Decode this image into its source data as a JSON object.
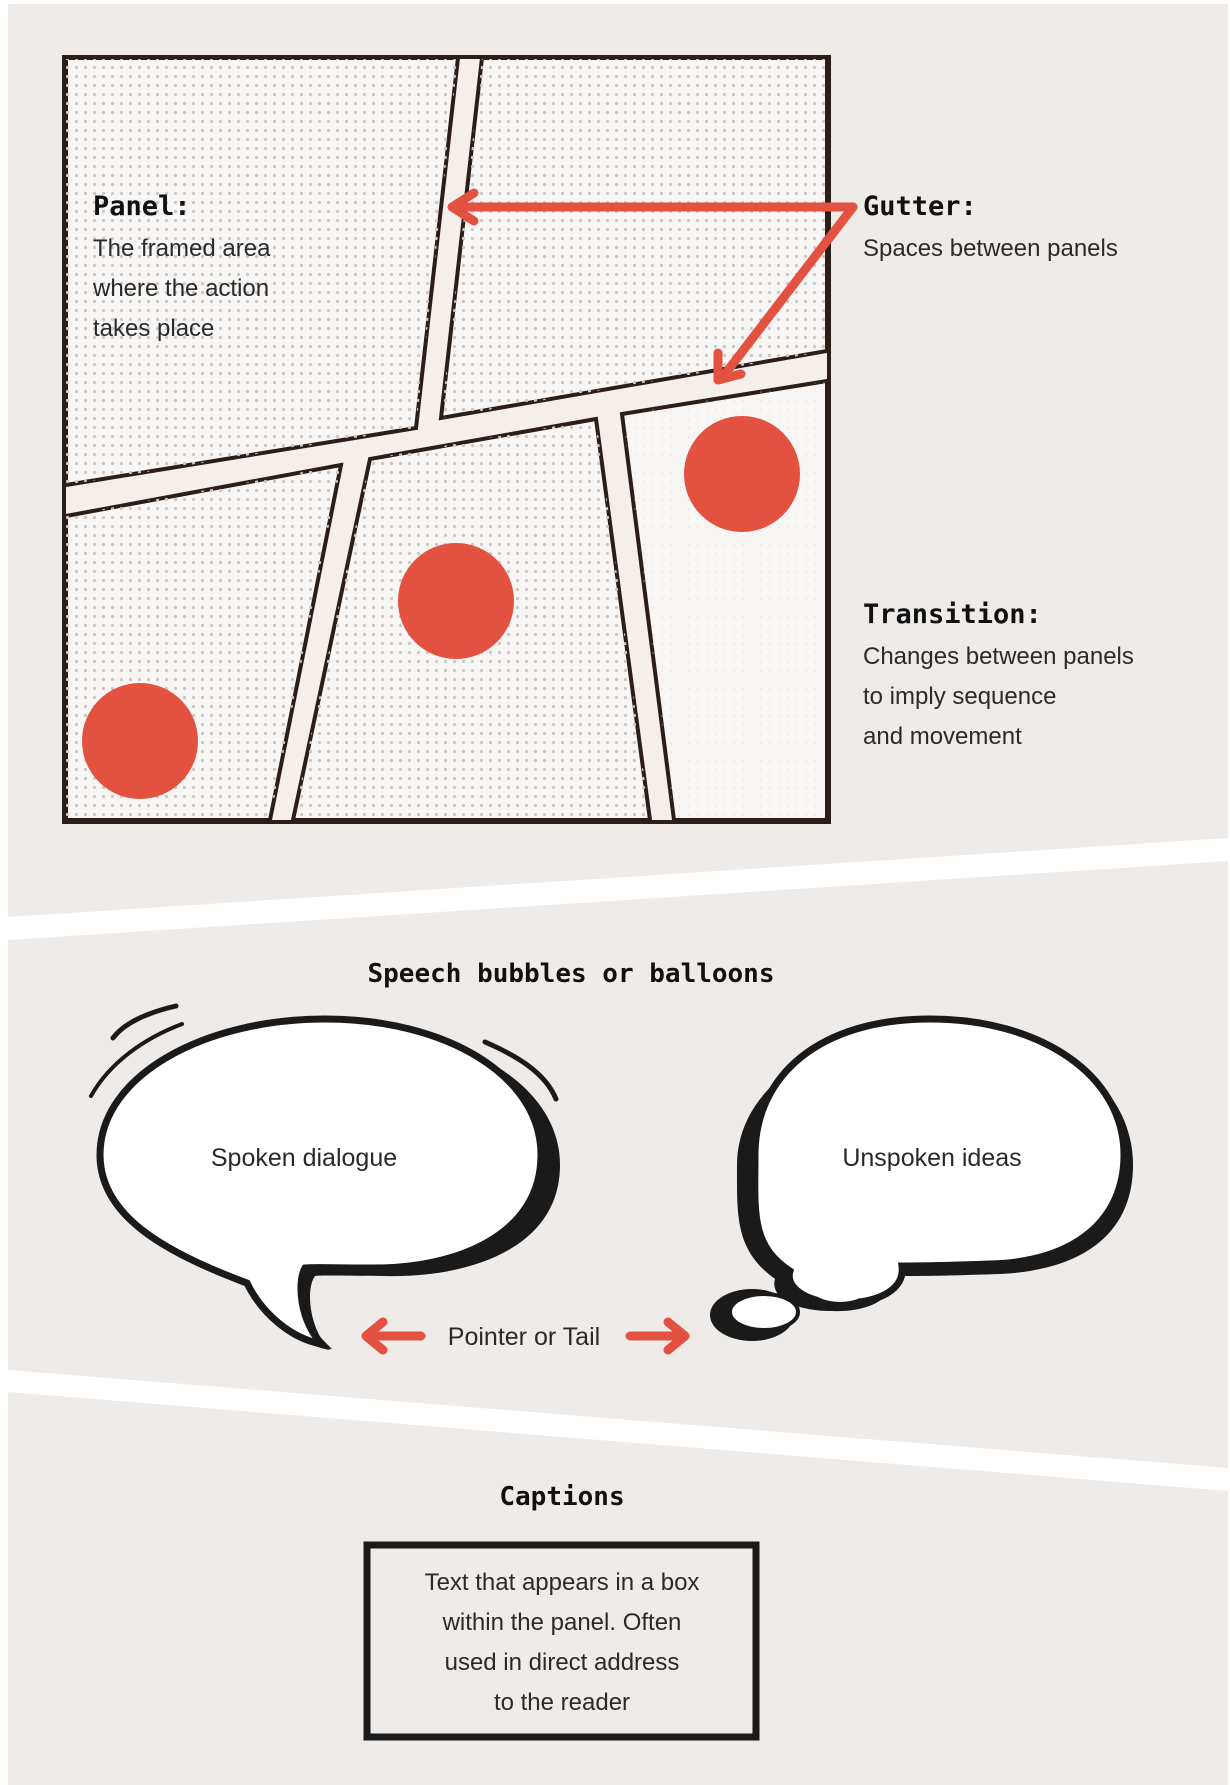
{
  "colors": {
    "background": "#efebe8",
    "accent": "#e35141",
    "ink": "#2a1e17",
    "gutter_fill": "#f5efec",
    "halftone_dot": "#c9c5c2"
  },
  "panels_section": {
    "panel": {
      "heading": "Panel:",
      "lines": [
        "The framed area",
        "where the action",
        "takes place"
      ]
    },
    "gutter": {
      "heading": "Gutter:",
      "lines": [
        "Spaces between panels"
      ]
    },
    "transition": {
      "heading": "Transition:",
      "lines": [
        "Changes between panels",
        "to imply sequence",
        "and movement"
      ]
    }
  },
  "bubbles_section": {
    "title": "Speech bubbles or balloons",
    "speech_bubble_text": "Spoken dialogue",
    "thought_bubble_text": "Unspoken ideas",
    "pointer_label": "Pointer or Tail"
  },
  "captions_section": {
    "title": "Captions",
    "lines": [
      "Text that appears in a box",
      "within the panel. Often",
      "used in direct address",
      "to the reader"
    ]
  }
}
